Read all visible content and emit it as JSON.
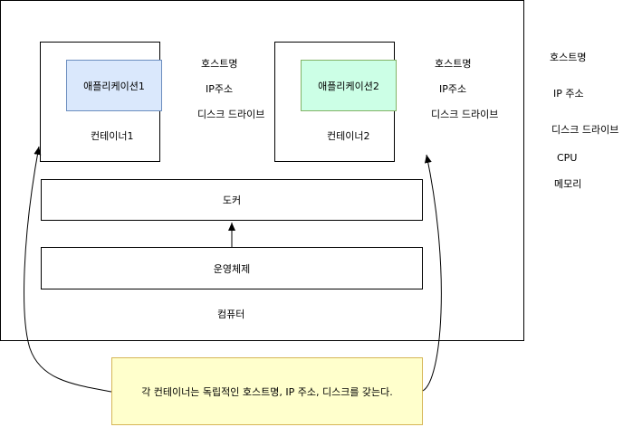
{
  "computer_label": "컴퓨터",
  "container1": {
    "app_label": "애플리케이션1",
    "label": "컨테이너1",
    "props": [
      "호스트명",
      "IP주소",
      "디스크 드라이브"
    ]
  },
  "container2": {
    "app_label": "애플리케이션2",
    "label": "컨테이너2",
    "props": [
      "호스트명",
      "IP주소",
      "디스크 드라이브"
    ]
  },
  "docker_label": "도커",
  "os_label": "운영체제",
  "computer_props": [
    "호스트명",
    "IP 주소",
    "디스크 드라이브",
    "CPU",
    "메모리"
  ],
  "note": "각 컨테이너는 독립적인 호스트명, IP 주소, 디스크를 갖는다.",
  "colors": {
    "app1_fill": "#dae8fc",
    "app1_stroke": "#6c8ebf",
    "app2_fill": "#ccffe6",
    "app2_stroke": "#82b366",
    "note_fill": "#ffffcc",
    "note_stroke": "#d6b656"
  }
}
